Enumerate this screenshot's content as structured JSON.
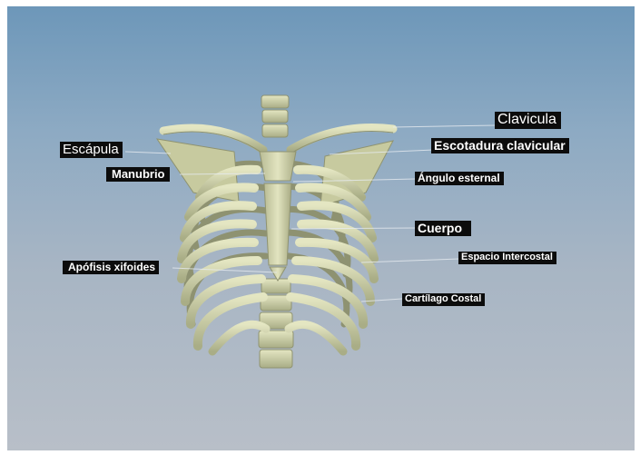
{
  "scene": {
    "subject": "3D rib cage model"
  },
  "labels": {
    "clavicula": "Clavicula",
    "escapula": "Escápula",
    "escotadura": "Escotadura clavicular",
    "manubrio": "Manubrio",
    "angulo": "Ángulo esternal",
    "cuerpo": "Cuerpo",
    "espacio": "Espacio Intercostal",
    "apofisis": "Apófisis xifoides",
    "cartilago": "Cartílago Costal"
  },
  "colors": {
    "bone": "#cfd2a8",
    "bone_shadow": "#8f9370",
    "label_bg": "#0c0c0c",
    "label_text": "#ffffff",
    "sky_top": "#6d97b9",
    "sky_bottom": "#b8bfc8"
  }
}
